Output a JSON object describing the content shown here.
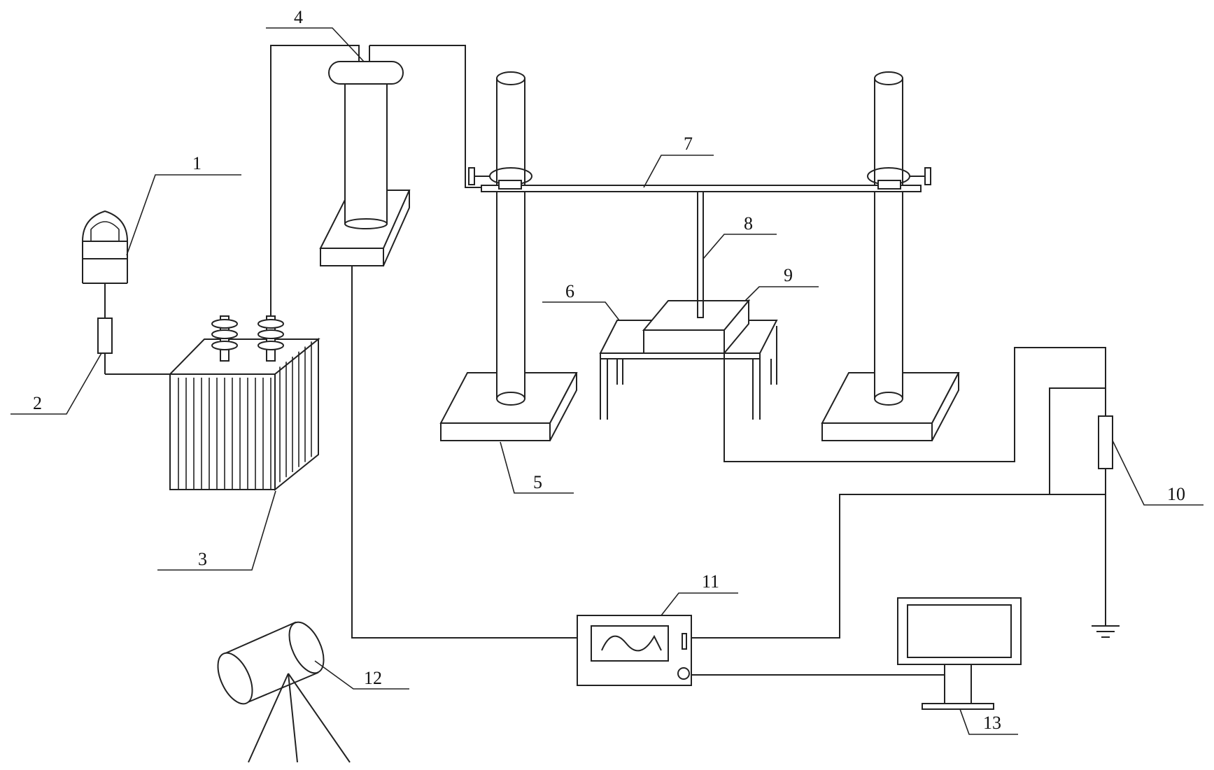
{
  "labels": {
    "l1": "1",
    "l2": "2",
    "l3": "3",
    "l4": "4",
    "l5": "5",
    "l6": "6",
    "l7": "7",
    "l8": "8",
    "l9": "9",
    "l10": "10",
    "l11": "11",
    "l12": "12",
    "l13": "13"
  },
  "colors": {
    "line": "#222222",
    "background": "#ffffff"
  }
}
